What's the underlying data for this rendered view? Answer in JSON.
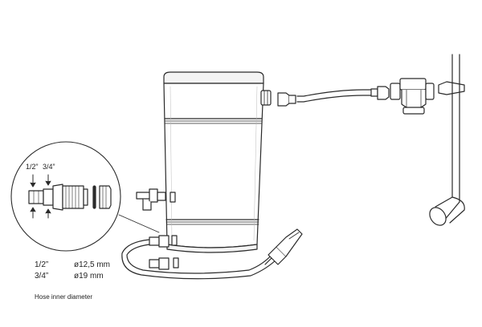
{
  "detail": {
    "label_half": "1/2”",
    "label_three_quarter": "3/4”"
  },
  "specs": [
    {
      "size": "1/2”",
      "diameter": "ø12,5 mm"
    },
    {
      "size": "3/4”",
      "diameter": "ø19 mm"
    }
  ],
  "caption": "Hose inner diameter",
  "colors": {
    "line": "#2a2a2a",
    "light": "#e6e6e6"
  }
}
